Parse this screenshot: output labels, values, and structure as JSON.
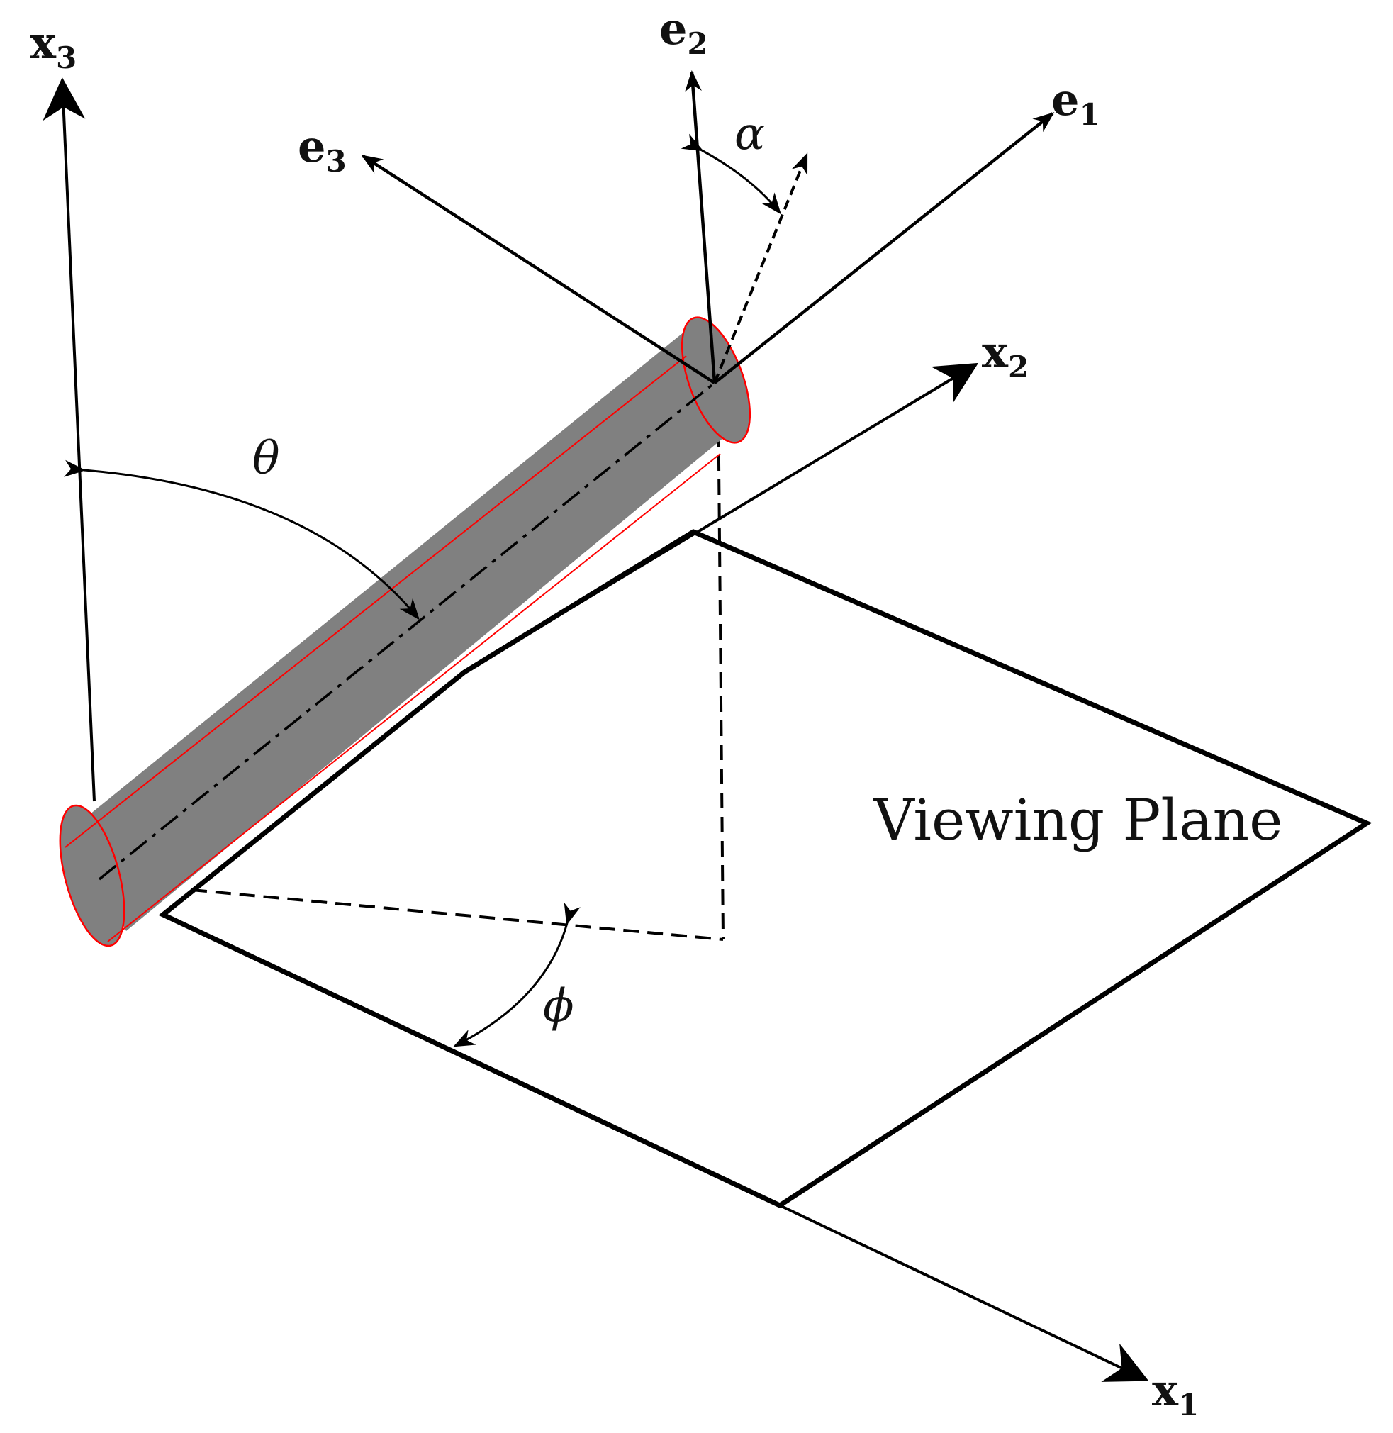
{
  "labels": {
    "x1": {
      "base": "x",
      "sub": "1"
    },
    "x2": {
      "base": "x",
      "sub": "2"
    },
    "x3": {
      "base": "x",
      "sub": "3"
    },
    "e1": {
      "base": "e",
      "sub": "1"
    },
    "e2": {
      "base": "e",
      "sub": "2"
    },
    "e3": {
      "base": "e",
      "sub": "3"
    },
    "theta": "θ",
    "phi": "ϕ",
    "alpha": "α",
    "plane": "Viewing Plane"
  },
  "colors": {
    "line": "#000000",
    "rod_fill": "#808080",
    "rod_edge": "#ff0000",
    "background": "#ffffff"
  }
}
